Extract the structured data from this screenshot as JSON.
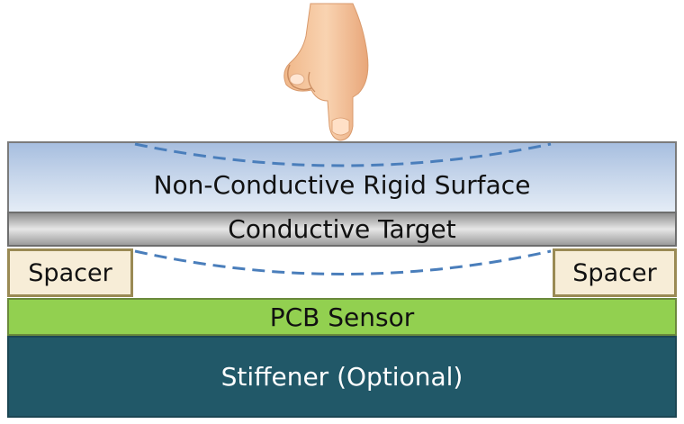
{
  "layers": {
    "surface": "Non-Conductive Rigid Surface",
    "target": "Conductive Target",
    "spacer_left": "Spacer",
    "spacer_right": "Spacer",
    "pcb": "PCB Sensor",
    "stiffener": "Stiffener (Optional)"
  },
  "colors": {
    "surface": "#c4d4ea",
    "target": "#d0d0d0",
    "spacer": "#f7edd7",
    "pcb": "#92d050",
    "stiffener": "#215868",
    "deflection_line": "#4a7ebb"
  },
  "icons": {
    "finger": "pointing-finger-icon"
  }
}
